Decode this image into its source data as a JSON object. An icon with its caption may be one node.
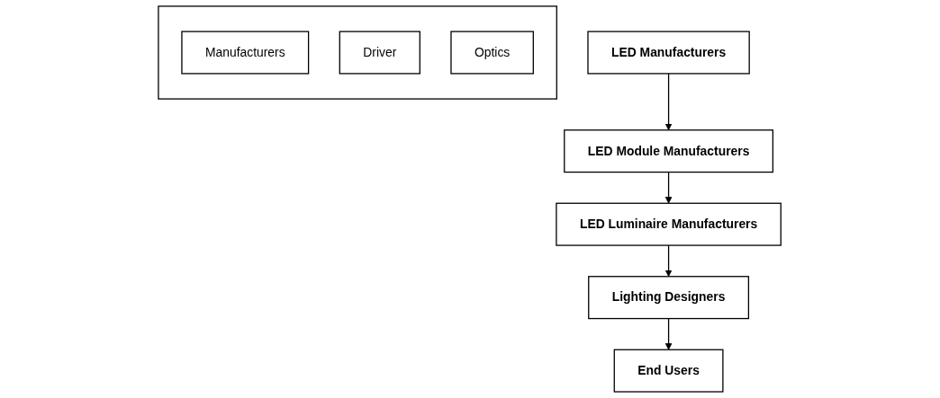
{
  "diagram": {
    "nodes": [
      {
        "text": [
          "LED Manufacturers"
        ]
      },
      {
        "text": [
          "LED Module Manufacturers"
        ]
      },
      {
        "text": [
          "LED Luminaire Manufacturers"
        ]
      },
      {
        "text": [
          "Lighting Designers"
        ]
      },
      {
        "text": [
          "End Users"
        ]
      },
      {
        "text": [],
        "shape": "box"
      },
      {
        "text": [
          "Manufacturers"
        ],
        "in": 5
      },
      {
        "text": [
          "Driver"
        ],
        "in": 5
      },
      {
        "text": [
          "Optics"
        ],
        "in": 5
      }
    ],
    "edges": [
      {
        "from": 0,
        "to": 1,
        "arrow": "to"
      },
      {
        "from": 1,
        "to": 2,
        "arrow": "to"
      },
      {
        "from": 2,
        "to": 3,
        "arrow": "to"
      },
      {
        "from": 3,
        "to": 4,
        "arrow": "to"
      }
    ]
  }
}
